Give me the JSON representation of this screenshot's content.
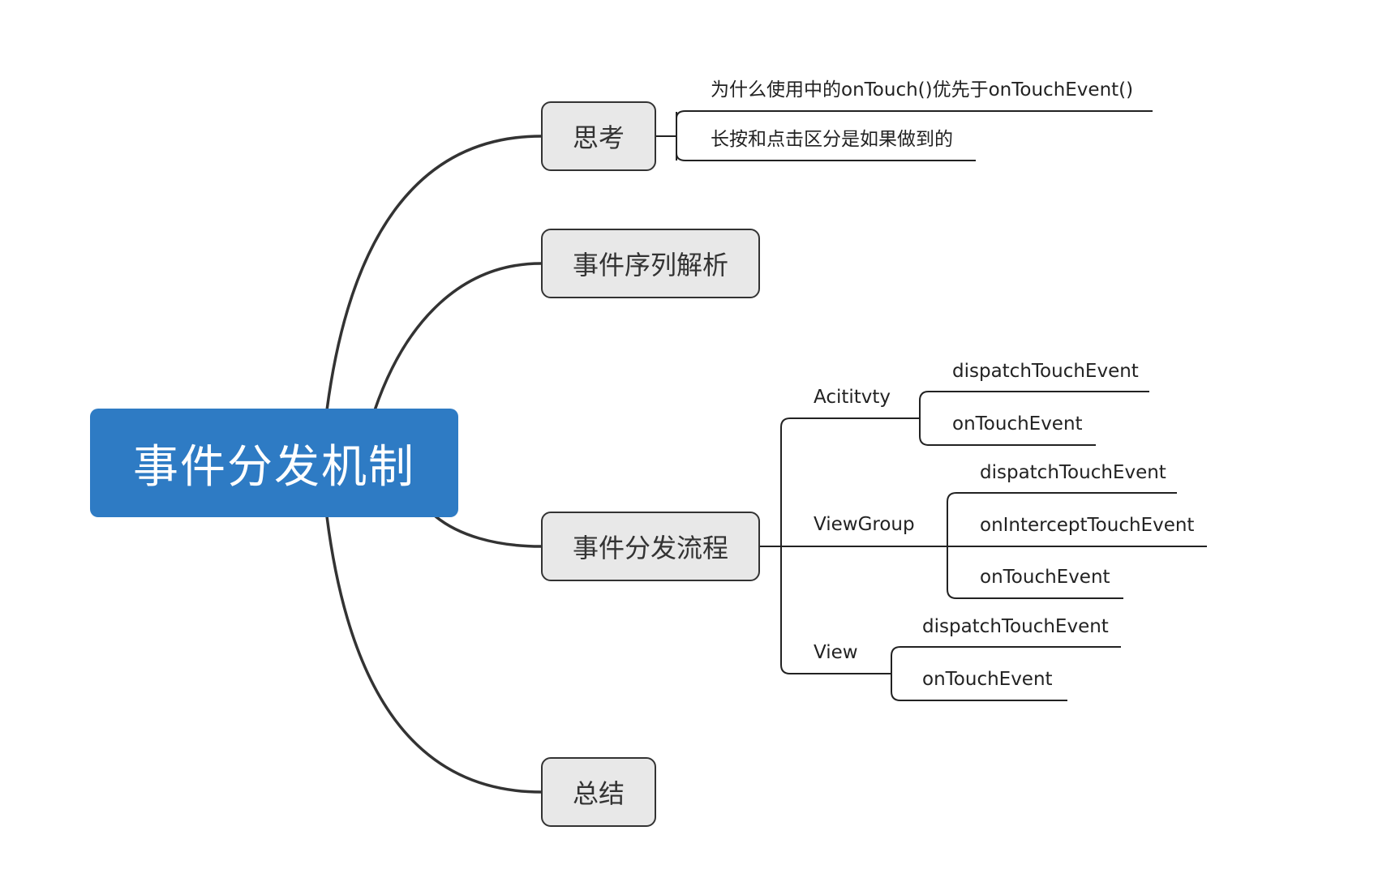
{
  "root": {
    "label": "事件分发机制"
  },
  "topics": {
    "thinking": {
      "label": "思考",
      "items": [
        "为什么使用中的onTouch()优先于onTouchEvent()",
        "长按和点击区分是如果做到的"
      ]
    },
    "sequence": {
      "label": "事件序列解析"
    },
    "flow": {
      "label": "事件分发流程",
      "groups": {
        "activity": {
          "label": "Acititvty",
          "items": [
            "dispatchTouchEvent",
            "onTouchEvent"
          ]
        },
        "viewgroup": {
          "label": "ViewGroup",
          "items": [
            "dispatchTouchEvent",
            "onInterceptTouchEvent",
            "onTouchEvent"
          ]
        },
        "view": {
          "label": "View",
          "items": [
            "dispatchTouchEvent",
            "onTouchEvent"
          ]
        }
      }
    },
    "summary": {
      "label": "总结"
    }
  },
  "colors": {
    "root_fill": "#2e7bc4",
    "topic_fill": "#e8e8e8",
    "line": "#333333"
  }
}
